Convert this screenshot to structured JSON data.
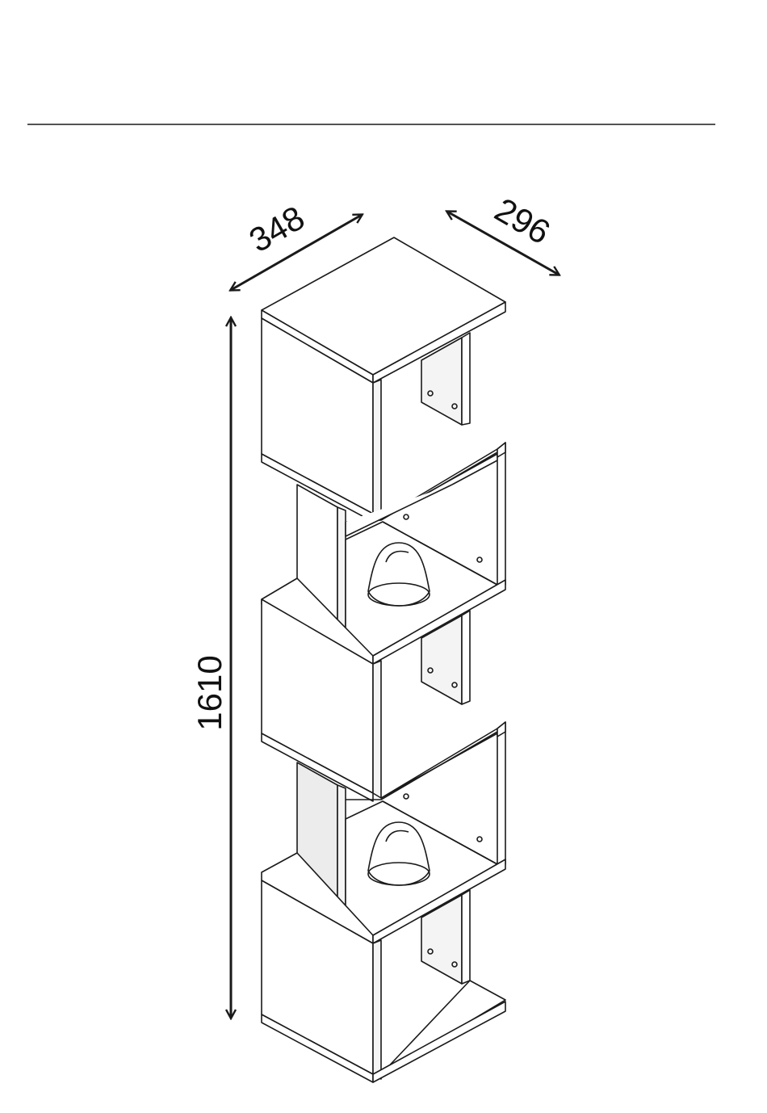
{
  "dimensions": {
    "width": "348",
    "depth": "296",
    "height": "1610"
  },
  "colors": {
    "stroke": "#1a1a1a",
    "background": "#ffffff"
  }
}
